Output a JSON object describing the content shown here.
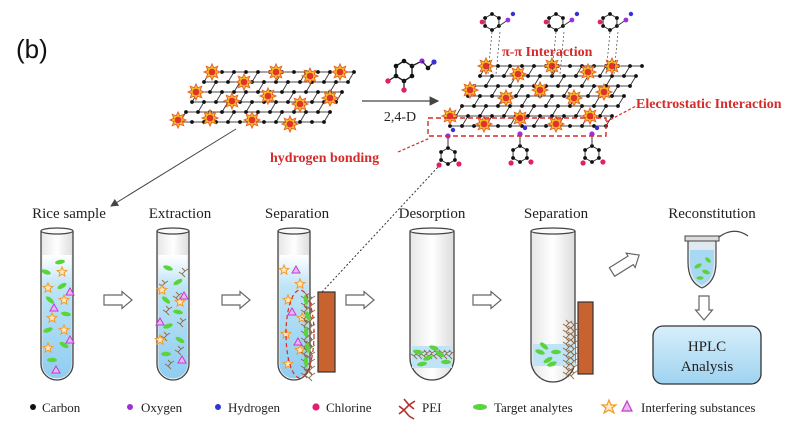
{
  "panel_label": "(b)",
  "reaction": {
    "reagent": "2,4-D",
    "pi_interaction": "π-π Interaction",
    "electrostatic": "Electrostatic Interaction",
    "hbond": "hydrogen bonding"
  },
  "steps": [
    {
      "label": "Rice sample"
    },
    {
      "label": "Extraction"
    },
    {
      "label": "Separation"
    },
    {
      "label": "Desorption"
    },
    {
      "label": "Separation"
    },
    {
      "label": "Reconstitution"
    }
  ],
  "hplc": {
    "line1": "HPLC",
    "line2": "Analysis"
  },
  "legend": {
    "carbon": "Carbon",
    "oxygen": "Oxygen",
    "hydrogen": "Hydrogen",
    "chlorine": "Chlorine",
    "pei": "PEI",
    "target": "Target analytes",
    "interfering": "Interfering substances"
  },
  "colors": {
    "interaction_red": "#d62b2b",
    "liquid_blue": "#a9d8f2",
    "magnet_orange": "#c8622f",
    "hplc_fill": "#bfe3f6",
    "target_green": "#5bd33c",
    "star_orange": "#f19a2a",
    "triangle_magenta": "#c43bd1"
  }
}
